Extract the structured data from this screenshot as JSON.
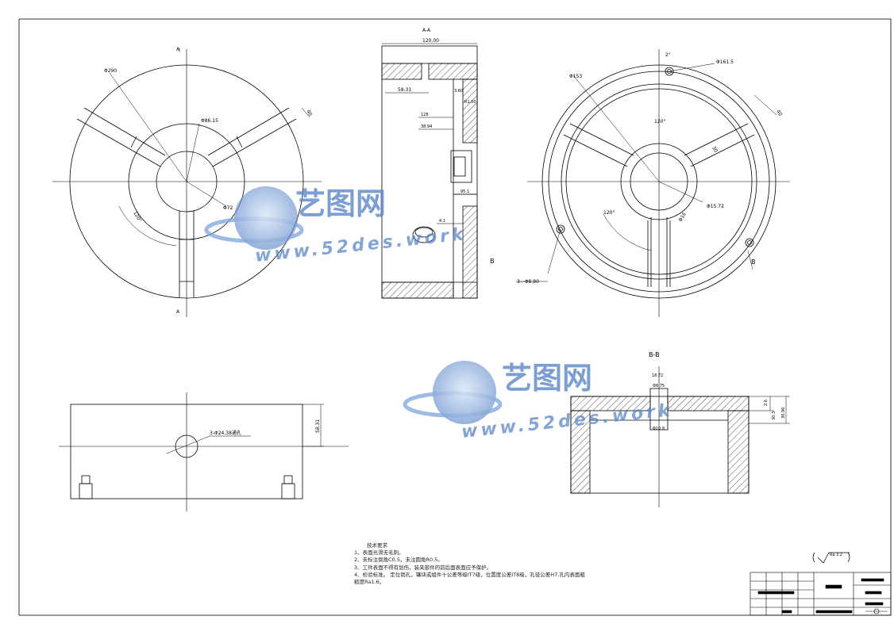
{
  "drawing": {
    "section_aa_label": "A-A",
    "section_bb_label": "B-B",
    "cut_label_a": "A",
    "cut_label_b": "B",
    "front_view_dims": [
      "Φ290",
      "Φ86.15",
      "Φ72",
      "120°",
      "40"
    ],
    "section_aa_dims": [
      "120.00",
      "58.31",
      "3.60",
      "R1.00",
      "128",
      "38.94",
      "95.1",
      "4.1"
    ],
    "right_view_dims": [
      "Φ153",
      "Φ161.5",
      "2°",
      "120°",
      "30",
      "40",
      "Φ16",
      "Φ15.72",
      "3—Φ8.80",
      "120°"
    ],
    "bottom_view_dims": [
      "3-Φ24.38通孔",
      "58.31"
    ],
    "section_bb_dims": [
      "18.72",
      "Φ8.75",
      "Φ10.8",
      "2.6",
      "30.3",
      "30.96"
    ],
    "roughness_symbol": "Ra 3.2"
  },
  "tech_requirements": {
    "title": "技术要求",
    "lines": [
      "1、表面光滑无毛刺。",
      "2、未标注倒角C0.5，未注圆角R0.5。",
      "3、工件表面不得有划伤，装夹部件的前后面表面应予保护。",
      "4、检验标准。 定位销孔，镶块或组件十公差等级IT7级，位置度公差IT8级，孔径公差H7.孔内表面粗",
      "糙度Ra1.6。"
    ]
  },
  "watermark": {
    "brand_text": "艺图网",
    "url_text": "www.52des.work"
  }
}
